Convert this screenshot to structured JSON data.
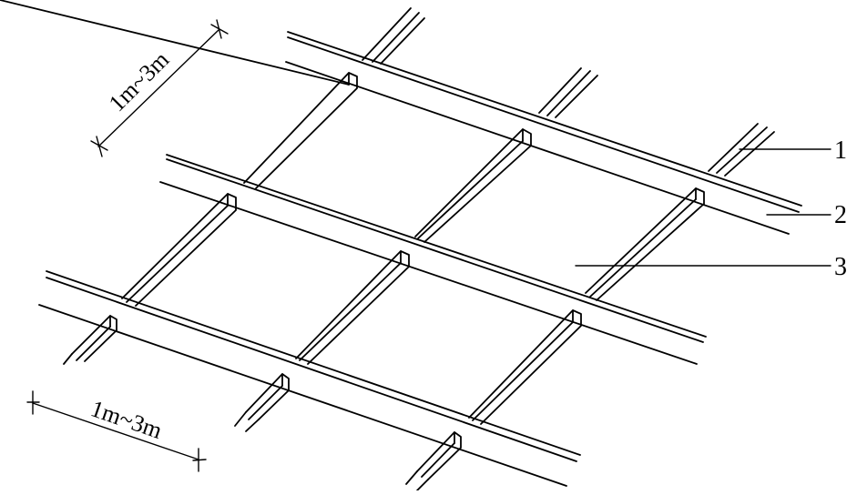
{
  "dimensions": {
    "top_span": "1m~3m",
    "bottom_span": "1m~3m"
  },
  "callouts": [
    {
      "number": "1"
    },
    {
      "number": "2"
    },
    {
      "number": "3"
    }
  ]
}
